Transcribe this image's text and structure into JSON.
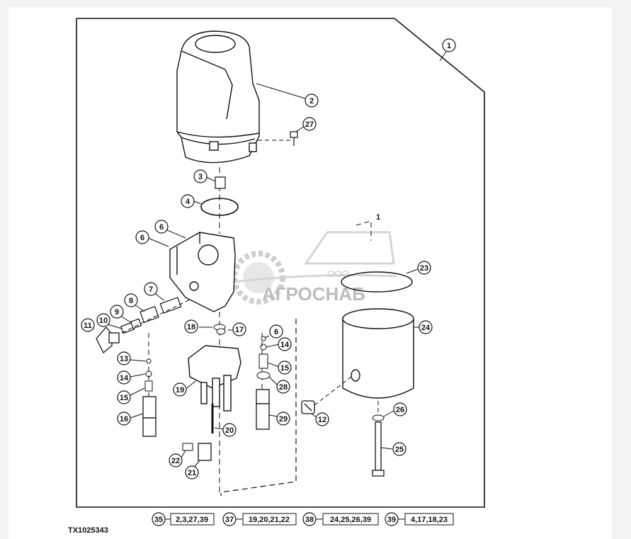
{
  "figure_id": "TX1025343",
  "watermark": {
    "small": "ООО",
    "big": "АГРОСНАБ"
  },
  "callouts": {
    "c1": "1",
    "c2": "2",
    "c3": "3",
    "c4": "4",
    "c5a": "6",
    "c5b": "6",
    "c6": "7",
    "c7": "8",
    "c8": "9",
    "c9": "10",
    "c10": "11",
    "c11": "13",
    "c12": "14",
    "c13": "15",
    "c14": "16",
    "c15": "18",
    "c16": "17",
    "c17": "19",
    "c18": "20",
    "c19": "22",
    "c20": "21",
    "c21": "6",
    "c22": "14",
    "c23": "15",
    "c24": "28",
    "c25": "29",
    "c26": "12",
    "c27": "23",
    "c28": "24",
    "c29": "26",
    "c30": "25",
    "c31": "27",
    "c32": "1"
  },
  "legend": [
    {
      "num": "35",
      "parts": "2,3,27,39"
    },
    {
      "num": "37",
      "parts": "19,20,21,22"
    },
    {
      "num": "38",
      "parts": "24,25,26,39"
    },
    {
      "num": "39",
      "parts": "4,17,18,23"
    }
  ]
}
